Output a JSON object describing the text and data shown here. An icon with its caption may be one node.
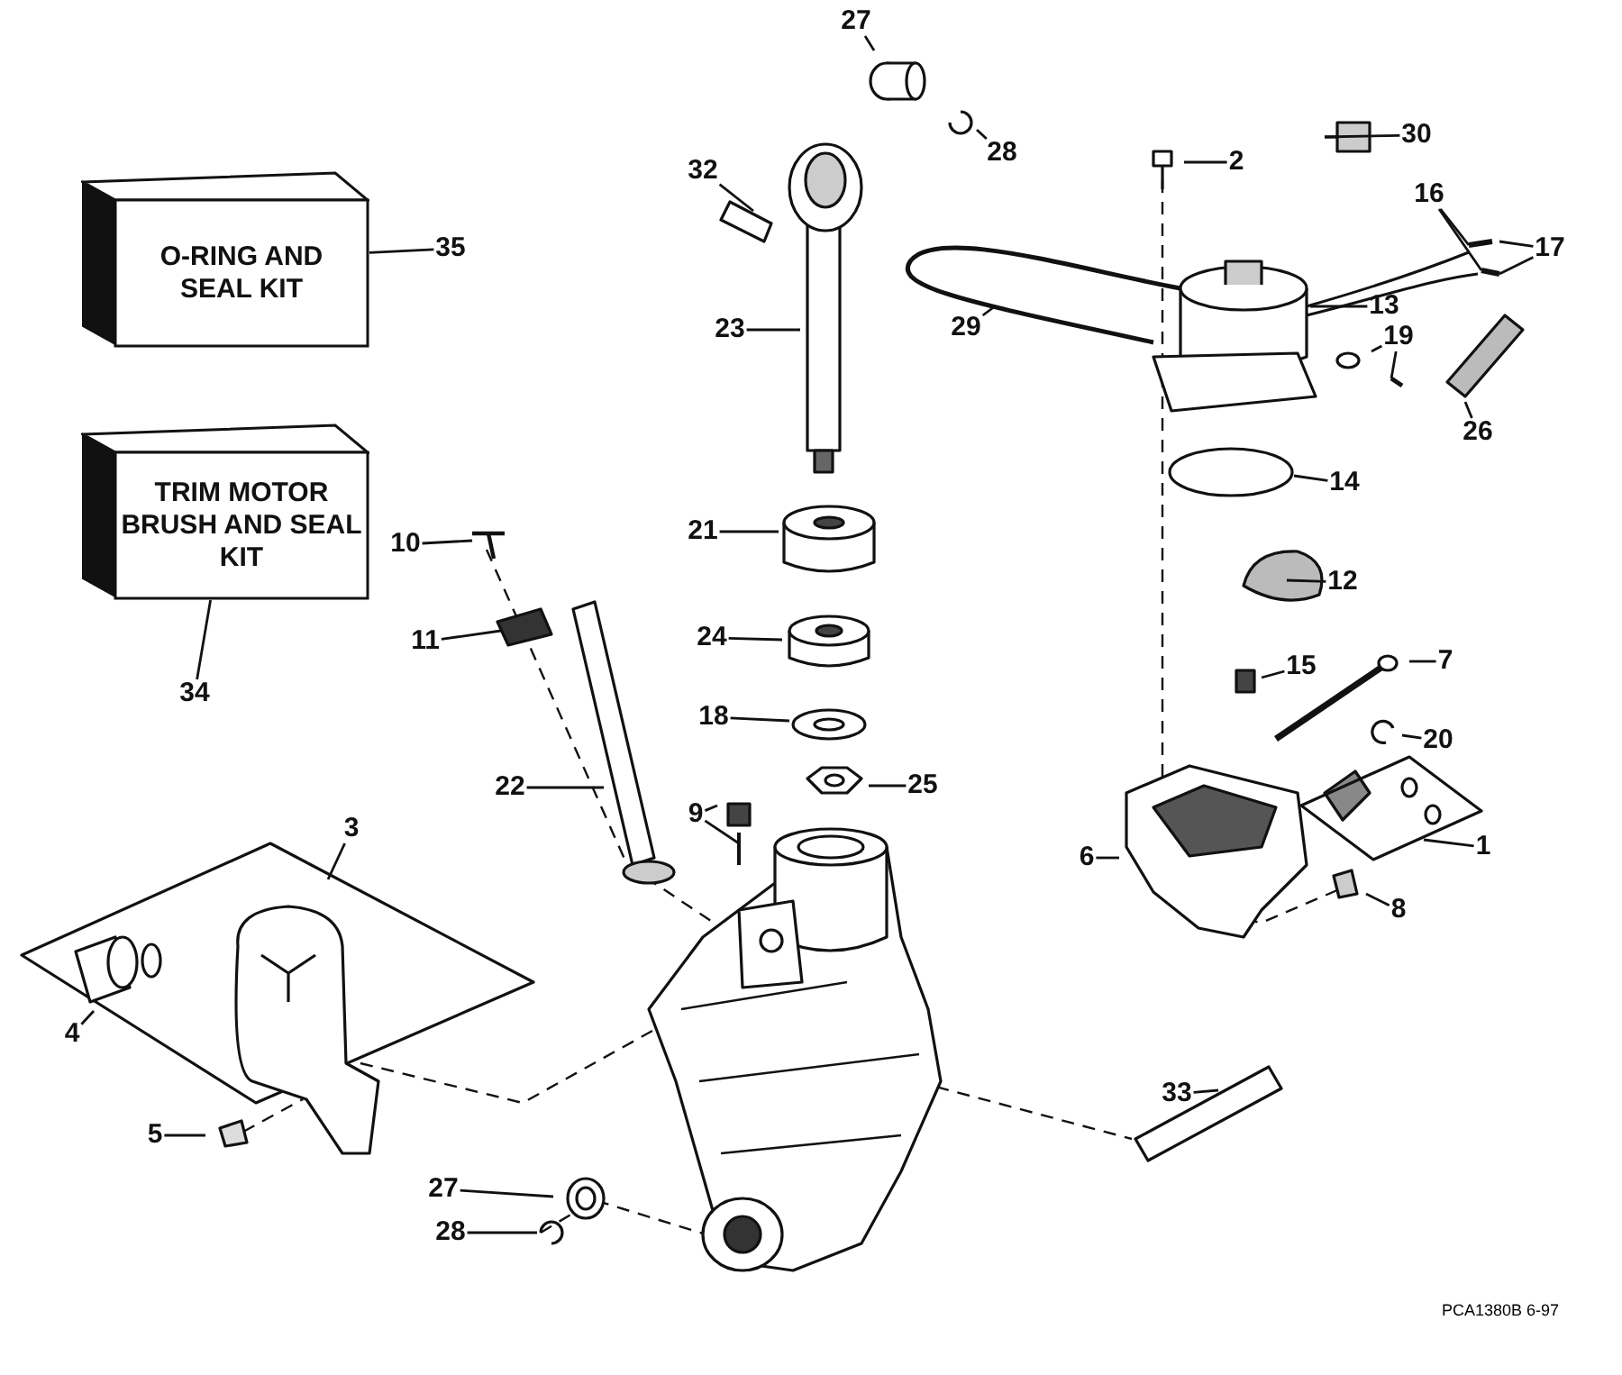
{
  "diagram": {
    "nodes": [
      {
        "text": [
          "O-RING AND SEAL KIT"
        ]
      },
      {
        "text": [
          "35"
        ]
      },
      {
        "text": [
          "TRIM MOTOR BRUSH AND SEAL KIT"
        ]
      },
      {
        "text": [
          "34"
        ]
      },
      {
        "text": [
          "27"
        ]
      },
      {
        "text": [
          "28"
        ]
      },
      {
        "text": [
          "32"
        ]
      },
      {
        "text": [
          "2"
        ]
      },
      {
        "text": [
          "30"
        ]
      },
      {
        "text": [
          "16"
        ]
      },
      {
        "text": [
          "17"
        ]
      },
      {
        "text": [
          "13"
        ]
      },
      {
        "text": [
          "29"
        ]
      },
      {
        "text": [
          "19"
        ]
      },
      {
        "text": [
          "23"
        ]
      },
      {
        "text": [
          "26"
        ]
      },
      {
        "text": [
          "14"
        ]
      },
      {
        "text": [
          "21"
        ]
      },
      {
        "text": [
          "10"
        ]
      },
      {
        "text": [
          "12"
        ]
      },
      {
        "text": [
          "24"
        ]
      },
      {
        "text": [
          "11"
        ]
      },
      {
        "text": [
          "15"
        ]
      },
      {
        "text": [
          "7"
        ]
      },
      {
        "text": [
          "18"
        ]
      },
      {
        "text": [
          "20"
        ]
      },
      {
        "text": [
          "25"
        ]
      },
      {
        "text": [
          "22"
        ]
      },
      {
        "text": [
          "9"
        ]
      },
      {
        "text": [
          "3"
        ]
      },
      {
        "text": [
          "1"
        ]
      },
      {
        "text": [
          "6"
        ]
      },
      {
        "text": [
          "8"
        ]
      },
      {
        "text": [
          "4"
        ]
      },
      {
        "text": [
          "33"
        ]
      },
      {
        "text": [
          "5"
        ]
      },
      {
        "text": [
          "27"
        ]
      },
      {
        "text": [
          "28"
        ]
      }
    ],
    "edges": [
      {
        "from": 1,
        "to": 0,
        "arrow": "none"
      },
      {
        "from": 3,
        "to": 2,
        "arrow": "none"
      },
      {
        "from": 4,
        "to": null,
        "arrow": "none"
      },
      {
        "from": 5,
        "to": null,
        "arrow": "none"
      },
      {
        "from": 6,
        "to": null,
        "arrow": "none"
      },
      {
        "from": 7,
        "to": null,
        "arrow": "none"
      },
      {
        "from": 8,
        "to": null,
        "arrow": "none"
      },
      {
        "from": 9,
        "to": null,
        "arrow": "none"
      },
      {
        "from": 9,
        "to": null,
        "arrow": "none"
      },
      {
        "from": 10,
        "to": null,
        "arrow": "none"
      },
      {
        "from": 10,
        "to": null,
        "arrow": "none"
      },
      {
        "from": 11,
        "to": null,
        "arrow": "none"
      },
      {
        "from": 12,
        "to": null,
        "arrow": "none"
      },
      {
        "from": 13,
        "to": null,
        "arrow": "none"
      },
      {
        "from": 13,
        "to": null,
        "arrow": "none"
      },
      {
        "from": 14,
        "to": null,
        "arrow": "none"
      },
      {
        "from": 15,
        "to": null,
        "arrow": "none"
      },
      {
        "from": 16,
        "to": null,
        "arrow": "none"
      },
      {
        "from": 17,
        "to": null,
        "arrow": "none"
      },
      {
        "from": 18,
        "to": null,
        "arrow": "none"
      },
      {
        "from": 19,
        "to": null,
        "arrow": "none"
      },
      {
        "from": 20,
        "to": null,
        "arrow": "none"
      },
      {
        "from": 21,
        "to": null,
        "arrow": "none"
      },
      {
        "from": 22,
        "to": null,
        "arrow": "none"
      },
      {
        "from": 23,
        "to": null,
        "arrow": "none"
      },
      {
        "from": 24,
        "to": null,
        "arrow": "none"
      },
      {
        "from": 25,
        "to": null,
        "arrow": "none"
      },
      {
        "from": 26,
        "to": null,
        "arrow": "none"
      },
      {
        "from": 27,
        "to": null,
        "arrow": "none"
      },
      {
        "from": 28,
        "to": null,
        "arrow": "none"
      },
      {
        "from": 28,
        "to": null,
        "arrow": "none"
      },
      {
        "from": 29,
        "to": null,
        "arrow": "none"
      },
      {
        "from": 30,
        "to": null,
        "arrow": "none"
      },
      {
        "from": 31,
        "to": null,
        "arrow": "none"
      },
      {
        "from": 32,
        "to": null,
        "arrow": "none"
      },
      {
        "from": 33,
        "to": null,
        "arrow": "none"
      },
      {
        "from": 34,
        "to": null,
        "arrow": "none"
      },
      {
        "from": 35,
        "to": null,
        "arrow": "none"
      },
      {
        "from": 36,
        "to": null,
        "arrow": "none"
      },
      {
        "from": 37,
        "to": null,
        "arrow": "none"
      }
    ],
    "labels": [
      "PCA1380B 6-97"
    ]
  }
}
